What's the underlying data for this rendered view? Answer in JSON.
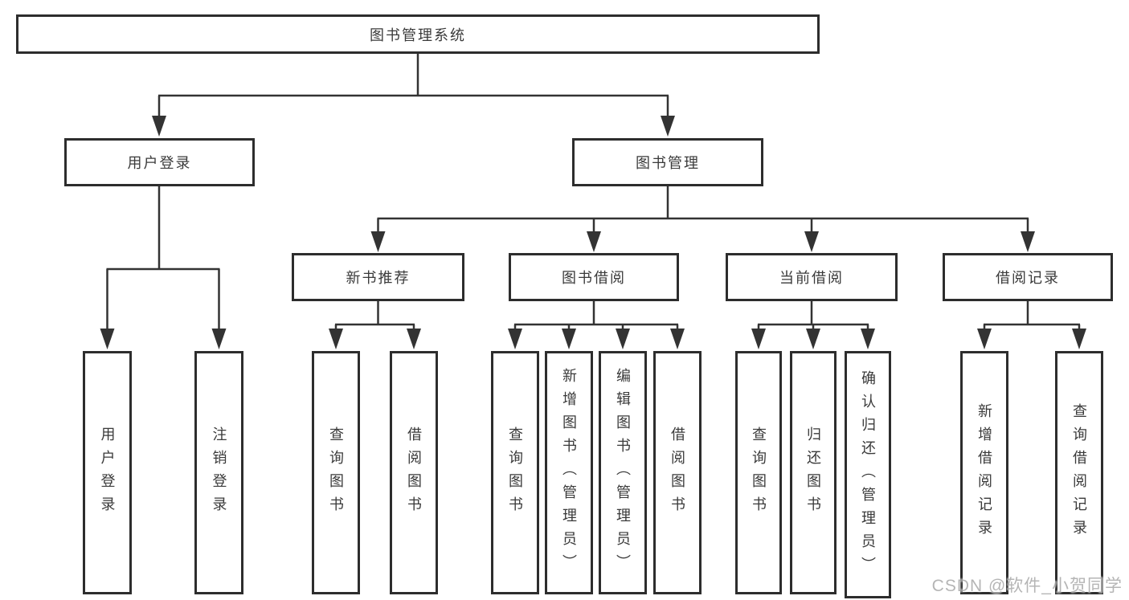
{
  "diagram": {
    "root": "图书管理系统",
    "branches": [
      {
        "label": "用户登录",
        "children": [
          "用户登录",
          "注销登录"
        ]
      },
      {
        "label": "图书管理",
        "children": [
          {
            "label": "新书推荐",
            "children": [
              "查询图书",
              "借阅图书"
            ]
          },
          {
            "label": "图书借阅",
            "children": [
              "查询图书",
              "新增图书（管理员）",
              "编辑图书（管理员）",
              "借阅图书"
            ]
          },
          {
            "label": "当前借阅",
            "children": [
              "查询图书",
              "归还图书",
              "确认归还（管理员）"
            ]
          },
          {
            "label": "借阅记录",
            "children": [
              "新增借阅记录",
              "查询借阅记录"
            ]
          }
        ]
      }
    ]
  },
  "colors": {
    "line": "#333333",
    "box_border": "#2d2d2d",
    "text": "#3a3a3a"
  },
  "watermark": "CSDN @软件_小贺同学"
}
